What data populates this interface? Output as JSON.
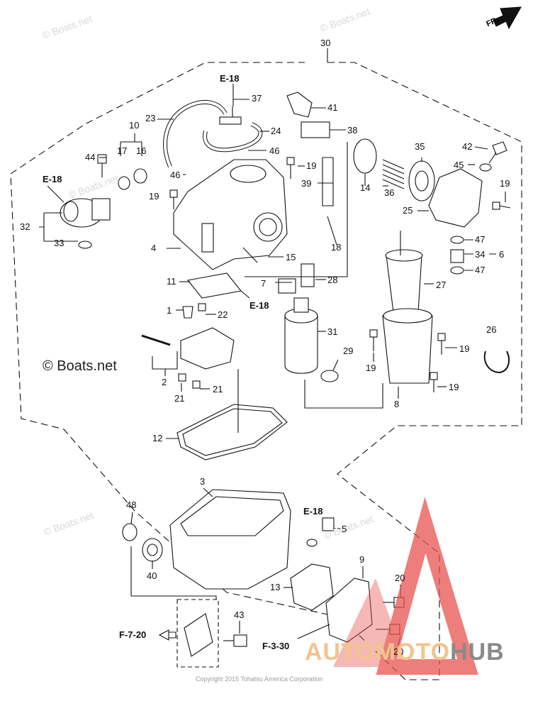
{
  "orientation": {
    "label": "FR."
  },
  "watermarks": [
    "© Boats.net",
    "© Boats.net",
    "© Boats.net",
    "© Boats.net",
    "© Boats.net"
  ],
  "main_watermark": "© Boats.net",
  "copyright": "Copyright 2015 Tohatsu America Corporation",
  "logo": {
    "part_a": "AUTOMOTO",
    "part_b": "HUB",
    "color_a": "#f2c48f",
    "color_b": "#8a8a8a",
    "triangle_color": "#e8534f"
  },
  "refs": {
    "e18_top": "E-18",
    "e18_left": "E-18",
    "e18_mid": "E-18",
    "e18_bottom": "E-18",
    "f720": "F-7-20",
    "f330": "F-3-30"
  },
  "parts": {
    "p1": "1",
    "p2": "2",
    "p3": "3",
    "p4": "4",
    "p5": "5",
    "p6": "6",
    "p7": "7",
    "p8": "8",
    "p9": "9",
    "p10": "10",
    "p11": "11",
    "p12": "12",
    "p13": "13",
    "p14": "14",
    "p15": "15",
    "p16": "16",
    "p17": "17",
    "p18": "18",
    "p19a": "19",
    "p19b": "19",
    "p19c": "19",
    "p19d": "19",
    "p19e": "19",
    "p19f": "19",
    "p20a": "20",
    "p20b": "20",
    "p21a": "21",
    "p21b": "21",
    "p22": "22",
    "p23": "23",
    "p24": "24",
    "p25": "25",
    "p26": "26",
    "p27": "27",
    "p28": "28",
    "p29": "29",
    "p30": "30",
    "p31": "31",
    "p32": "32",
    "p33": "33",
    "p34": "34",
    "p35": "35",
    "p36": "36",
    "p37": "37",
    "p38": "38",
    "p39": "39",
    "p40": "40",
    "p41": "41",
    "p42": "42",
    "p43": "43",
    "p44": "44",
    "p45": "45",
    "p46a": "46",
    "p46b": "46",
    "p47a": "47",
    "p47b": "47",
    "p48": "48"
  }
}
